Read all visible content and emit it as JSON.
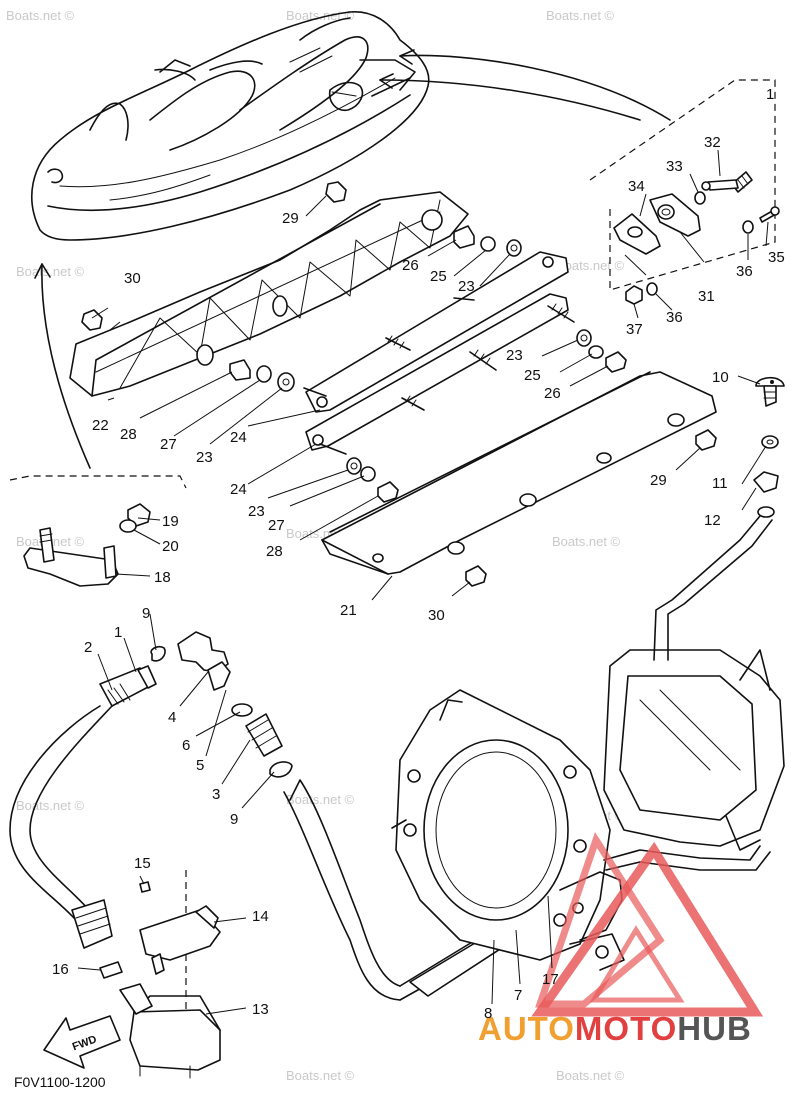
{
  "diagram_code": "F0V1100-1200",
  "fwd_label": "FWD",
  "watermark": "Boats.net ©",
  "brand": {
    "part1": "AUTO",
    "part2": "MOTO",
    "part3": "HUB",
    "color1": "#f0a030",
    "color2": "#e04040",
    "color3": "#555555"
  },
  "callouts": {
    "c1": "1",
    "c2": "2",
    "c3": "3",
    "c4": "4",
    "c5": "5",
    "c6": "6",
    "c7": "7",
    "c8": "8",
    "c9a": "9",
    "c9b": "9",
    "c10": "10",
    "c11": "11",
    "c12": "12",
    "c13": "13",
    "c14": "14",
    "c15": "15",
    "c16": "16",
    "c17": "17",
    "c18": "18",
    "c19": "19",
    "c20": "20",
    "c21": "21",
    "c22": "22",
    "c23a": "23",
    "c23b": "23",
    "c23c": "23",
    "c23d": "23",
    "c24a": "24",
    "c24b": "24",
    "c25a": "25",
    "c25b": "25",
    "c26a": "26",
    "c26b": "26",
    "c27a": "27",
    "c27b": "27",
    "c28a": "28",
    "c28b": "28",
    "c29a": "29",
    "c29b": "29",
    "c30a": "30",
    "c30b": "30",
    "c31": "31",
    "c32": "32",
    "c33": "33",
    "c34": "34",
    "c35": "35",
    "c36a": "36",
    "c36b": "36",
    "c37": "37",
    "c1top": "1"
  }
}
